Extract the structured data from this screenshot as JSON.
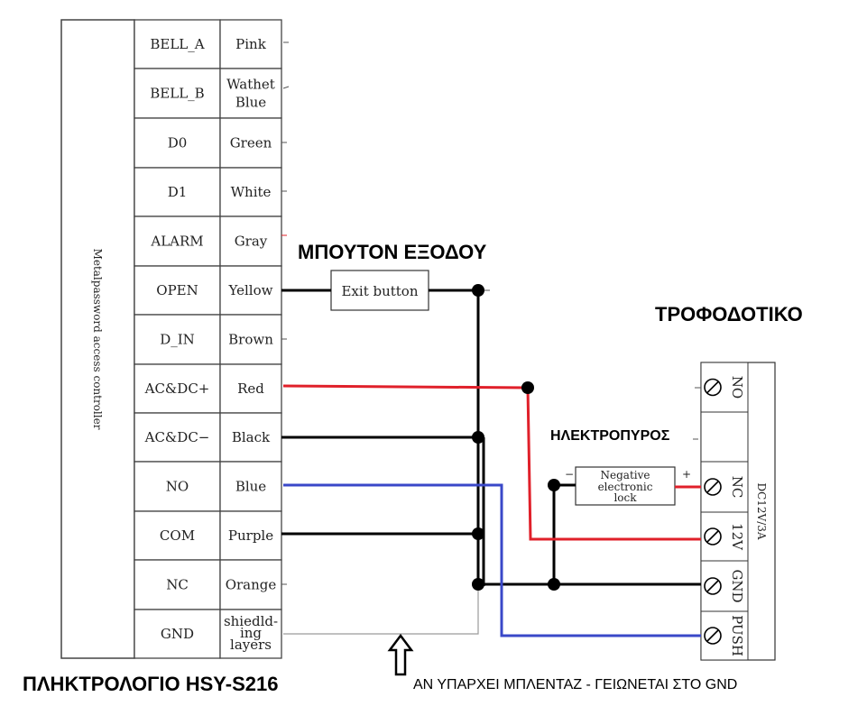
{
  "controller": {
    "vertical_label": "Metalpassword access controller",
    "rows": [
      {
        "signal": "BELL_A",
        "wire": [
          "Pink"
        ]
      },
      {
        "signal": "BELL_B",
        "wire": [
          "Wathet",
          "Blue"
        ]
      },
      {
        "signal": "D0",
        "wire": [
          "Green"
        ]
      },
      {
        "signal": "D1",
        "wire": [
          "White"
        ]
      },
      {
        "signal": "ALARM",
        "wire": [
          "Gray"
        ]
      },
      {
        "signal": "OPEN",
        "wire": [
          "Yellow"
        ]
      },
      {
        "signal": "D_IN",
        "wire": [
          "Brown"
        ]
      },
      {
        "signal": "AC&DC+",
        "wire": [
          "Red"
        ]
      },
      {
        "signal": "AC&DC−",
        "wire": [
          "Black"
        ]
      },
      {
        "signal": "NO",
        "wire": [
          "Blue"
        ]
      },
      {
        "signal": "COM",
        "wire": [
          "Purple"
        ]
      },
      {
        "signal": "NC",
        "wire": [
          "Orange"
        ]
      },
      {
        "signal": "GND",
        "wire": [
          "shiedld-",
          "ing",
          "layers"
        ]
      }
    ]
  },
  "exit_button": {
    "heading": "ΜΠΟΥΤΟΝ ΕΞΟΔΟΥ",
    "label": "Exit button"
  },
  "power_supply": {
    "heading": "ΤΡΟΦΟΔΟΤΙΚΟ",
    "vertical_label": "DC12V/3A",
    "terminals": [
      "NO",
      "",
      "NC",
      "12V",
      "GND",
      "PUSH"
    ]
  },
  "lock": {
    "heading": "ΗΛΕΚΤΡΟΠΥΡΟΣ",
    "label_lines": [
      "Negative",
      "electronic",
      "lock"
    ],
    "minus": "−",
    "plus": "+"
  },
  "keypad_label": "ΠΛΗΚΤΡΟΛΟΓΙΟ  HSY-S216",
  "shield_note": "ΑΝ ΥΠΑΡΧΕΙ ΜΠΛΕΝΤΑΖ - ΓΕΙΩΝΕΤΑΙ ΣΤΟ GND",
  "colors": {
    "red_wire": "#e0202a",
    "black_wire": "#000000",
    "blue_wire": "#3a48c8",
    "gray_wire": "#9a9a9a"
  }
}
